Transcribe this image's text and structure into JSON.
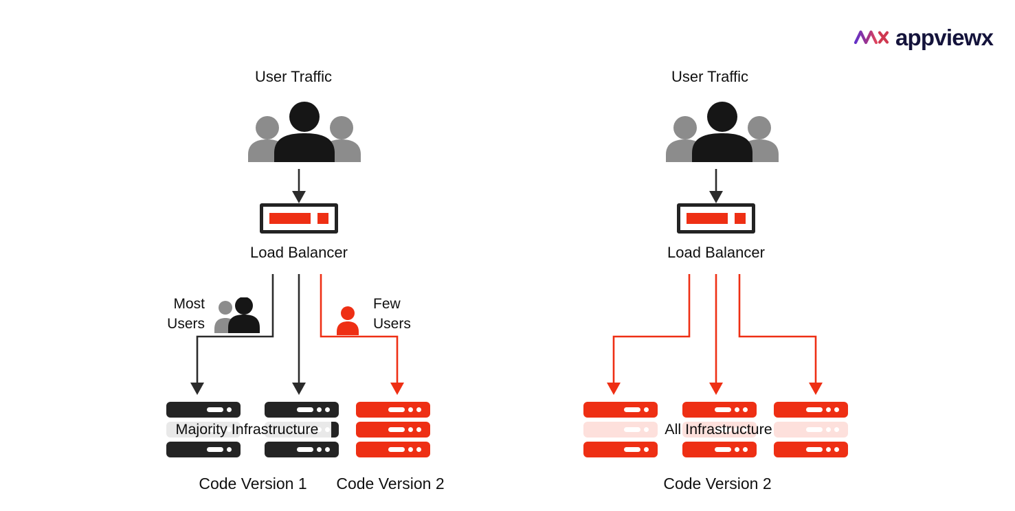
{
  "colors": {
    "accent_red": "#ee2f14",
    "server_black": "#242424",
    "user_gray": "#8c8c8c",
    "logo_navy": "#14133b",
    "logo_gradient_start": "#6331c8",
    "logo_gradient_end": "#e0455c"
  },
  "logo": {
    "wordmark": "appviewx"
  },
  "left": {
    "user_traffic_label": "User Traffic",
    "load_balancer_label": "Load Balancer",
    "most_users_line1": "Most",
    "most_users_line2": "Users",
    "few_users_line1": "Few",
    "few_users_line2": "Users",
    "infrastructure_band": "Majority Infrastructure",
    "code_version_1_label": "Code Version 1",
    "code_version_2_label": "Code Version 2"
  },
  "right": {
    "user_traffic_label": "User Traffic",
    "load_balancer_label": "Load Balancer",
    "infrastructure_band": "All Infrastructure",
    "code_version_2_label": "Code Version 2"
  }
}
